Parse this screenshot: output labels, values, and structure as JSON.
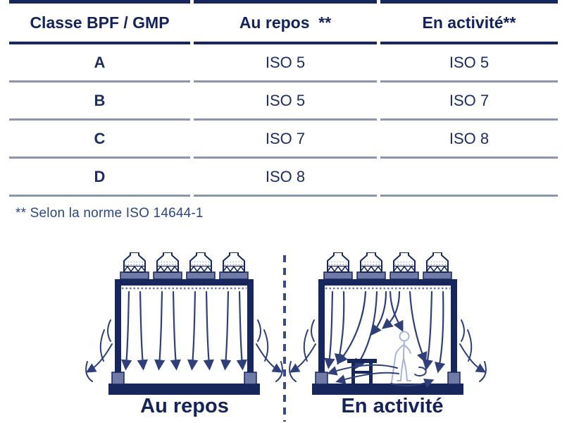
{
  "table": {
    "columns": [
      "Classe BPF / GMP",
      "Au repos  **",
      "En activité**"
    ],
    "rows": [
      [
        "A",
        "ISO 5",
        "ISO 5"
      ],
      [
        "B",
        "ISO 5",
        "ISO 7"
      ],
      [
        "C",
        "ISO 7",
        "ISO 8"
      ],
      [
        "D",
        "ISO 8",
        ""
      ]
    ]
  },
  "footnote": "** Selon la norme ISO 14644-1",
  "diagrams": {
    "left_label": "Au repos",
    "right_label": "En activité"
  },
  "colors": {
    "navy": "#17265c",
    "text_navy": "#14235a",
    "row_separator": "#8b94b0",
    "slate_accent": "#6f7aa6",
    "stream_blue": "#2e3f79",
    "footnote_blue": "#2b4586",
    "figure_light_blue": "#a8b4d6"
  }
}
